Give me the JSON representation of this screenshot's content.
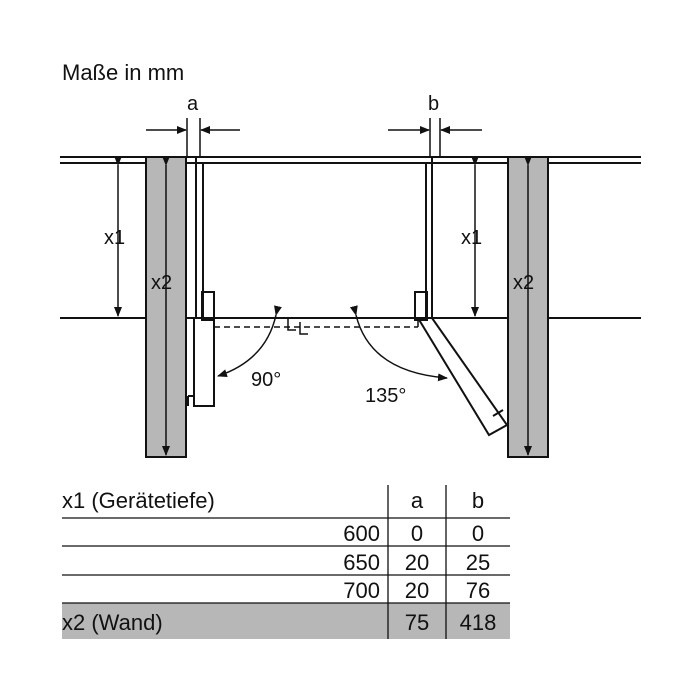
{
  "diagram": {
    "title": "Maße in mm",
    "label_a": "a",
    "label_b": "b",
    "label_x1_left": "x1",
    "label_x2_left": "x2",
    "label_x1_right": "x1",
    "label_x2_right": "x2",
    "angle_left": "90°",
    "angle_right": "135°"
  },
  "table": {
    "header": [
      "x1 (Gerätetiefe)",
      "a",
      "b"
    ],
    "rows": [
      [
        "600",
        "0",
        "0"
      ],
      [
        "650",
        "20",
        "25"
      ],
      [
        "700",
        "20",
        "76"
      ]
    ],
    "footer": [
      "x2 (Wand)",
      "75",
      "418"
    ],
    "footer_color": "#b7b7b7"
  }
}
